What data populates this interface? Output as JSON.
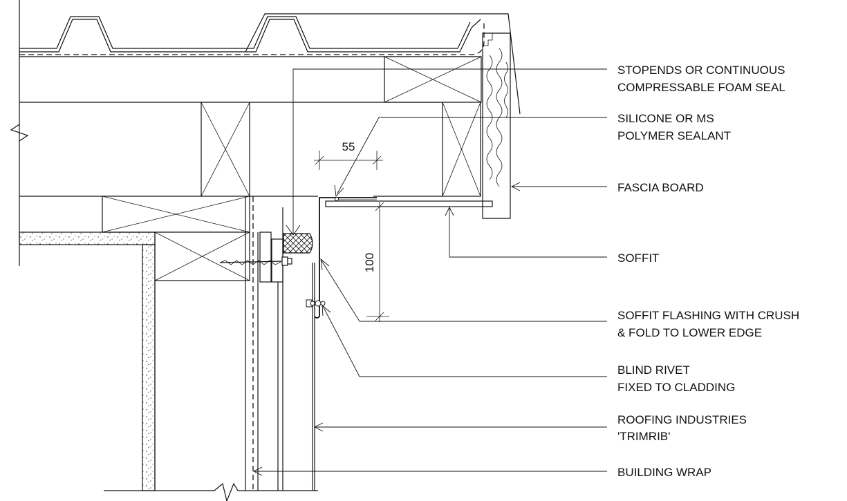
{
  "labels": {
    "stopends_line1": "STOPENDS OR CONTINUOUS",
    "stopends_line2": "COMPRESSABLE FOAM SEAL",
    "silicone_line1": "SILICONE OR MS",
    "silicone_line2": "POLYMER SEALANT",
    "fascia": "FASCIA BOARD",
    "soffit": "SOFFIT",
    "flashing_line1": "SOFFIT FLASHING WITH CRUSH",
    "flashing_line2": "& FOLD TO LOWER EDGE",
    "rivet_line1": "BLIND RIVET",
    "rivet_line2": "FIXED TO CLADDING",
    "roofing_line1": "ROOFING INDUSTRIES",
    "roofing_line2": "'TRIMRIB'",
    "wrap": "BUILDING WRAP"
  },
  "dimensions": {
    "horizontal": "55",
    "vertical": "100"
  }
}
